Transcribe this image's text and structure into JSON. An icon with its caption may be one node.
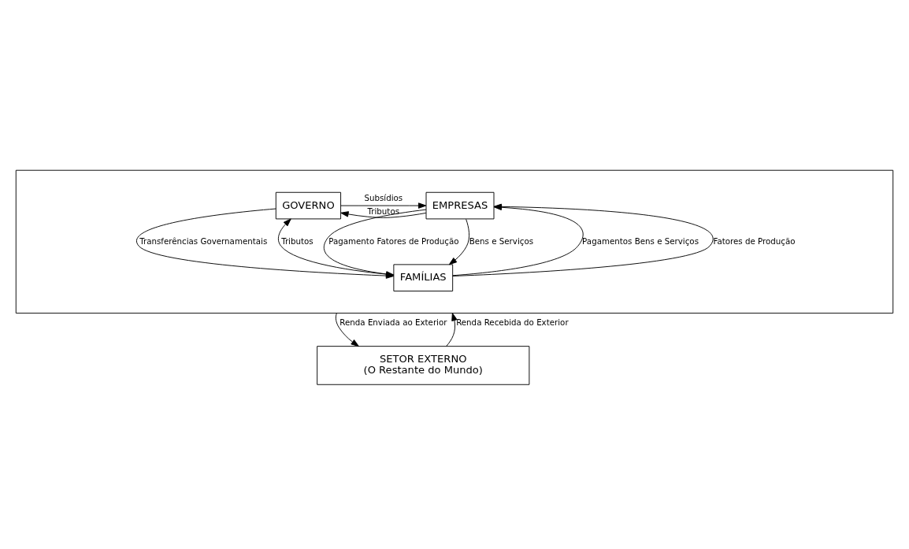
{
  "diagram": {
    "nodes": [
      {
        "text": [],
        "shape": "box"
      },
      {
        "text": [
          "EMPRESAS"
        ],
        "in": 0
      },
      {
        "text": [
          "GOVERNO"
        ],
        "in": 0
      },
      {
        "text": [
          "FAMÍLIAS"
        ],
        "in": 0
      },
      {
        "text": [
          "SETOR EXTERNO",
          "(O Restante do Mundo)"
        ]
      }
    ],
    "edges": [
      {
        "from": 2,
        "to": 1,
        "arrow": "to",
        "label": "Subsídios"
      },
      {
        "from": 1,
        "to": 2,
        "arrow": "to",
        "label": "Tributos"
      },
      {
        "from": 3,
        "to": 1,
        "arrow": "to",
        "label": "Pagamentos Bens e Serviços"
      },
      {
        "from": 3,
        "to": 1,
        "arrow": "to",
        "label": "Fatores de Produção"
      },
      {
        "from": 1,
        "to": 3,
        "arrow": "to",
        "label": "Pagamento Fatores de Produção"
      },
      {
        "from": 1,
        "to": 3,
        "arrow": "to",
        "label": "Bens e Serviços"
      },
      {
        "from": 3,
        "to": 2,
        "arrow": "to",
        "label": "Tributos"
      },
      {
        "from": 2,
        "to": 3,
        "arrow": "to",
        "label": "Transferências Governamentais"
      },
      {
        "from": 0,
        "to": 4,
        "arrow": "to",
        "label": "Renda Enviada ao Exterior"
      },
      {
        "from": 4,
        "to": 0,
        "arrow": "to",
        "label": "Renda Recebida do Exterior"
      }
    ]
  }
}
